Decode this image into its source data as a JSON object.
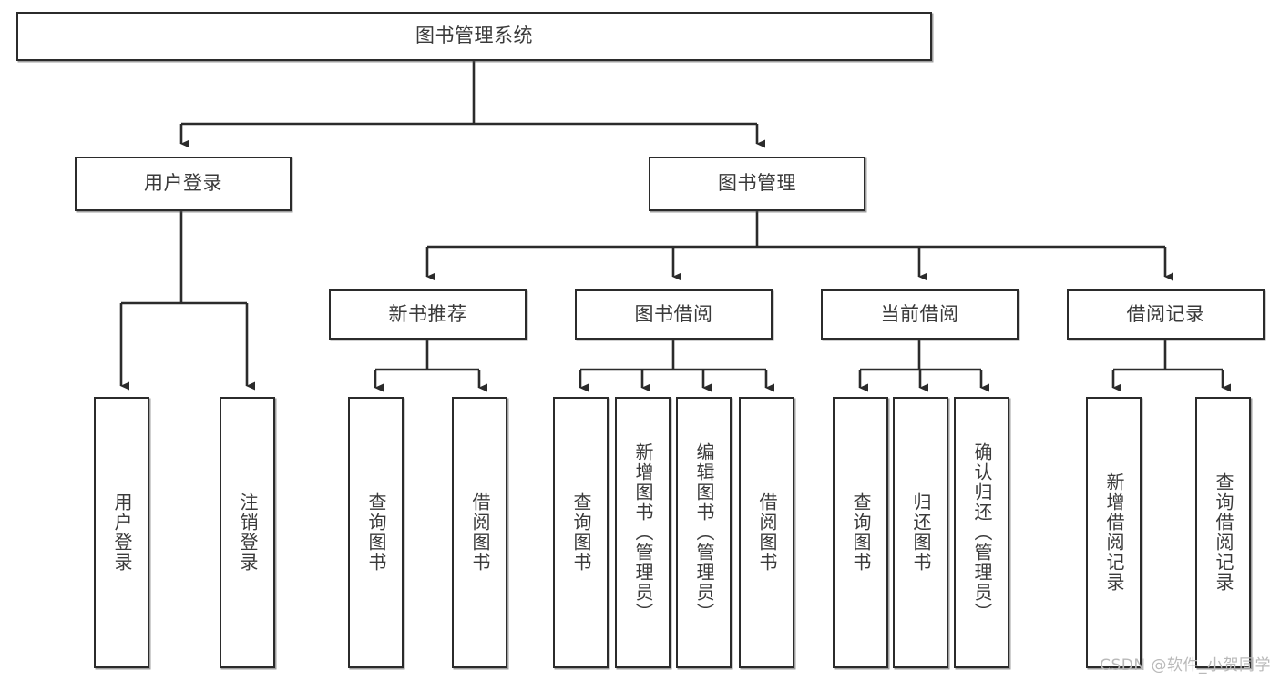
{
  "diagram": {
    "type": "tree",
    "title": "图书管理系统",
    "root": {
      "label": "图书管理系统"
    },
    "level2": [
      {
        "label": "用户登录"
      },
      {
        "label": "图书管理"
      }
    ],
    "level3": [
      {
        "label": "新书推荐"
      },
      {
        "label": "图书借阅"
      },
      {
        "label": "当前借阅"
      },
      {
        "label": "借阅记录"
      }
    ],
    "leaves": {
      "user_login": [
        {
          "label": "用户登录"
        },
        {
          "label": "注销登录"
        }
      ],
      "new_book_recommend": [
        {
          "label": "查询图书"
        },
        {
          "label": "借阅图书"
        }
      ],
      "book_borrow": [
        {
          "label": "查询图书"
        },
        {
          "label": "新增图书（管理员）"
        },
        {
          "label": "编辑图书（管理员）"
        },
        {
          "label": "借阅图书"
        }
      ],
      "current_borrow": [
        {
          "label": "查询图书"
        },
        {
          "label": "归还图书"
        },
        {
          "label": "确认归还（管理员）"
        }
      ],
      "borrow_record": [
        {
          "label": "新增借阅记录"
        },
        {
          "label": "查询借阅记录"
        }
      ]
    }
  },
  "watermark": {
    "text": "CSDN @软件_小贺同学"
  },
  "colors": {
    "stroke": "#2b2b2b",
    "box_fill": "#ffffff",
    "text": "#3a3a3a",
    "watermark": "#b9b9b9"
  }
}
